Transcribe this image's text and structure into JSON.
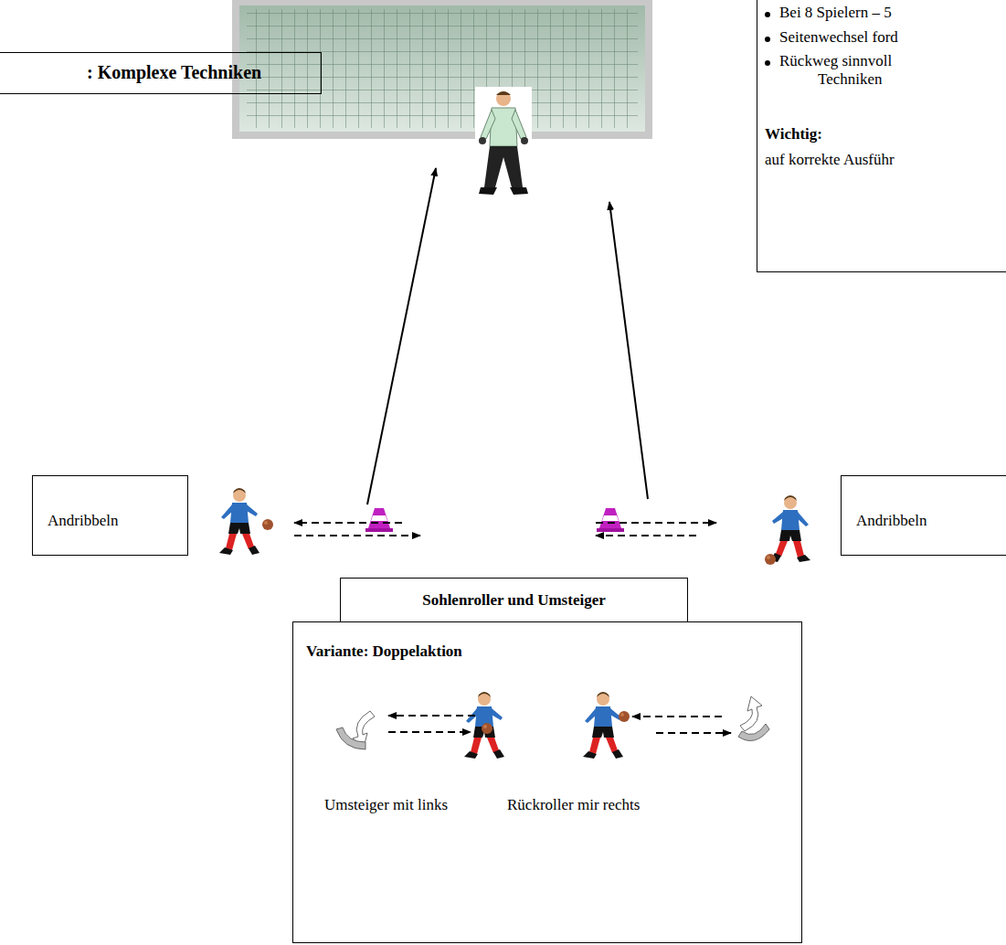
{
  "diagram": {
    "nodes": [
      {
        "text": [
          ": Komplexe Techniken"
        ]
      },
      {
        "text": [
          "Bei 8 Spielern – 5",
          "Seitenwechsel ford",
          "Rückweg sinnvoll Techniken",
          "Wichtig:",
          "auf korrekte Ausführ"
        ]
      },
      {
        "text": [
          "Andribbeln"
        ]
      },
      {
        "text": [
          "Andribbeln"
        ]
      },
      {
        "text": [
          "Sohlenroller und Umsteiger"
        ]
      },
      {
        "text": [
          "Variante: Doppelaktion",
          "Umsteiger mit links",
          "Rückroller mir rechts"
        ]
      }
    ]
  }
}
